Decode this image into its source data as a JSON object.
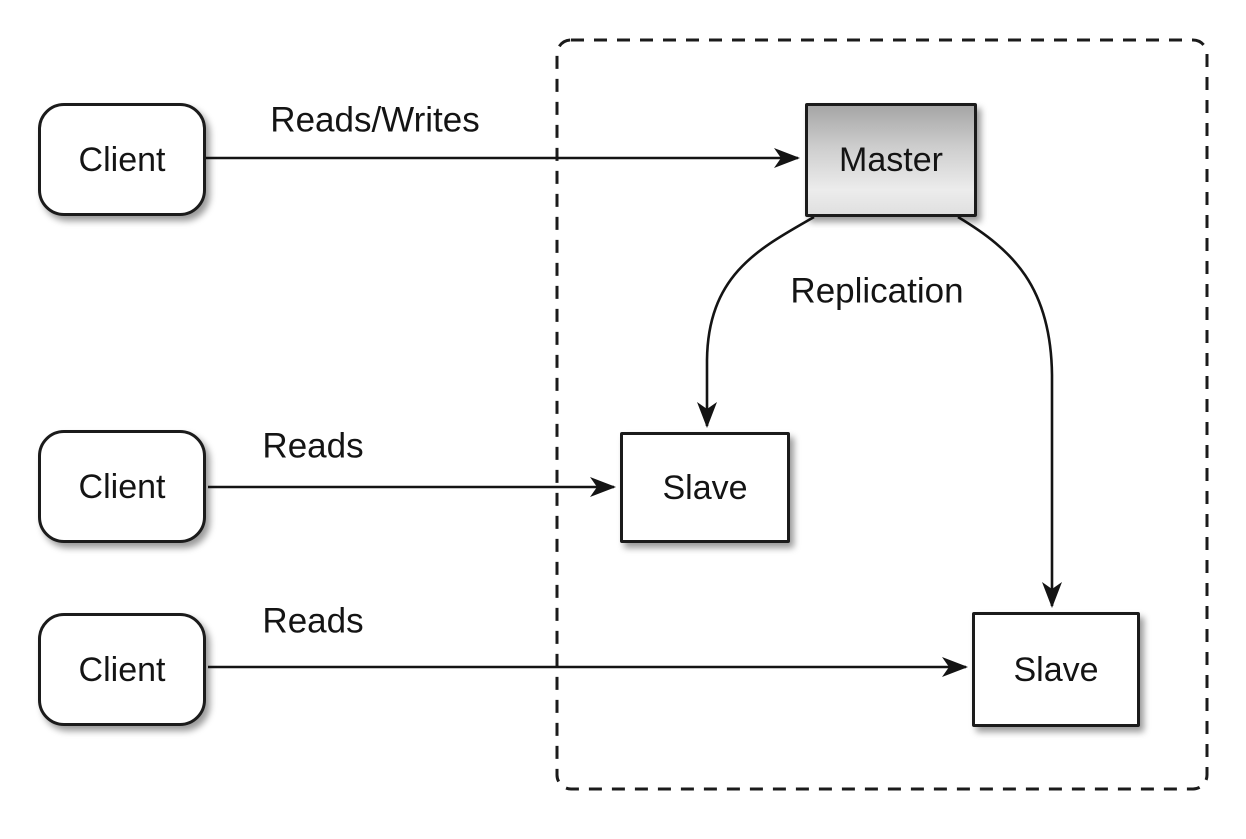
{
  "diagram": {
    "type": "architecture-diagram",
    "topic": "database master-slave replication",
    "background": "#ffffff",
    "stroke_color": "#1b1b1b",
    "text_color": "#141414",
    "nodes": {
      "client1": {
        "label": "Client",
        "shape": "rounded-rectangle",
        "fill": "#ffffff"
      },
      "client2": {
        "label": "Client",
        "shape": "rounded-rectangle",
        "fill": "#ffffff"
      },
      "client3": {
        "label": "Client",
        "shape": "rounded-rectangle",
        "fill": "#ffffff"
      },
      "master": {
        "label": "Master",
        "shape": "rectangle",
        "fill_gradient_top": "#a6a6a6",
        "fill_gradient_bottom": "#e0e0e0"
      },
      "slave1": {
        "label": "Slave",
        "shape": "rectangle",
        "fill": "#ffffff"
      },
      "slave2": {
        "label": "Slave",
        "shape": "rectangle",
        "fill": "#ffffff"
      }
    },
    "edges": {
      "reads_writes": {
        "label": "Reads/Writes",
        "from": "client1",
        "to": "master",
        "style": "straight-arrow"
      },
      "reads_mid": {
        "label": "Reads",
        "from": "client2",
        "to": "slave1",
        "style": "straight-arrow"
      },
      "reads_bottom": {
        "label": "Reads",
        "from": "client3",
        "to": "slave2",
        "style": "straight-arrow"
      },
      "replication_left": {
        "label": "Replication",
        "from": "master",
        "to": "slave1",
        "style": "curved-arrow"
      },
      "replication_right": {
        "label": "",
        "from": "master",
        "to": "slave2",
        "style": "curved-arrow"
      }
    },
    "cluster": {
      "name": "replication-group-boundary",
      "style": "dashed rounded rectangle",
      "contains": [
        "master",
        "slave1",
        "slave2"
      ]
    }
  }
}
